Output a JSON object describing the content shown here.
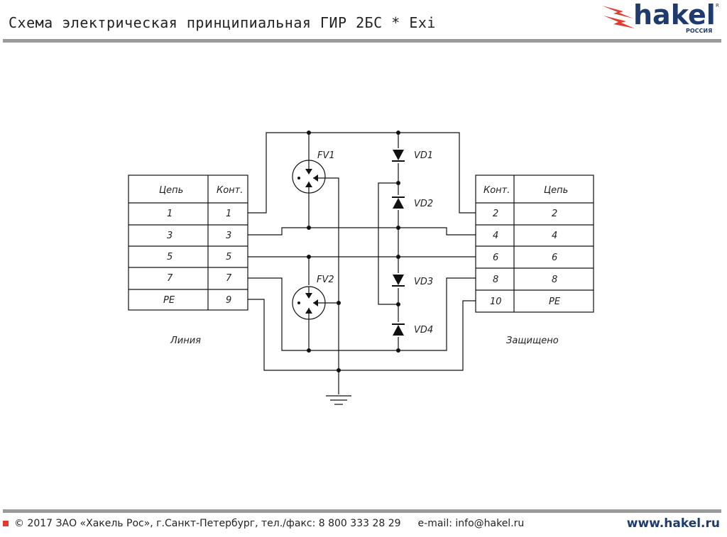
{
  "header": {
    "title": "Схема электрическая принципиальная ГИР 2БС * Exi",
    "logo": {
      "brand": "hakel",
      "sub": "РОССИЯ",
      "mark": "R",
      "colors": {
        "brand": "#1f3b6e",
        "accent": "#e23b2e"
      }
    }
  },
  "left_table": {
    "headers": [
      "Цепь",
      "Конт."
    ],
    "rows": [
      [
        "1",
        "1"
      ],
      [
        "3",
        "3"
      ],
      [
        "5",
        "5"
      ],
      [
        "7",
        "7"
      ],
      [
        "PE",
        "9"
      ]
    ],
    "caption": "Линия"
  },
  "right_table": {
    "headers": [
      "Конт.",
      "Цепь"
    ],
    "rows": [
      [
        "2",
        "2"
      ],
      [
        "4",
        "4"
      ],
      [
        "6",
        "6"
      ],
      [
        "8",
        "8"
      ],
      [
        "10",
        "PE"
      ]
    ],
    "caption": "Защищено"
  },
  "components": {
    "fv1": "FV1",
    "fv2": "FV2",
    "vd1": "VD1",
    "vd2": "VD2",
    "vd3": "VD3",
    "vd4": "VD4"
  },
  "footer": {
    "copyright": "© 2017 ЗАО «Хакель Рос», г.Санкт-Петербург, тел./факс: 8 800 333 28 29",
    "email": "e-mail: info@hakel.ru",
    "site": "www.hakel.ru"
  }
}
